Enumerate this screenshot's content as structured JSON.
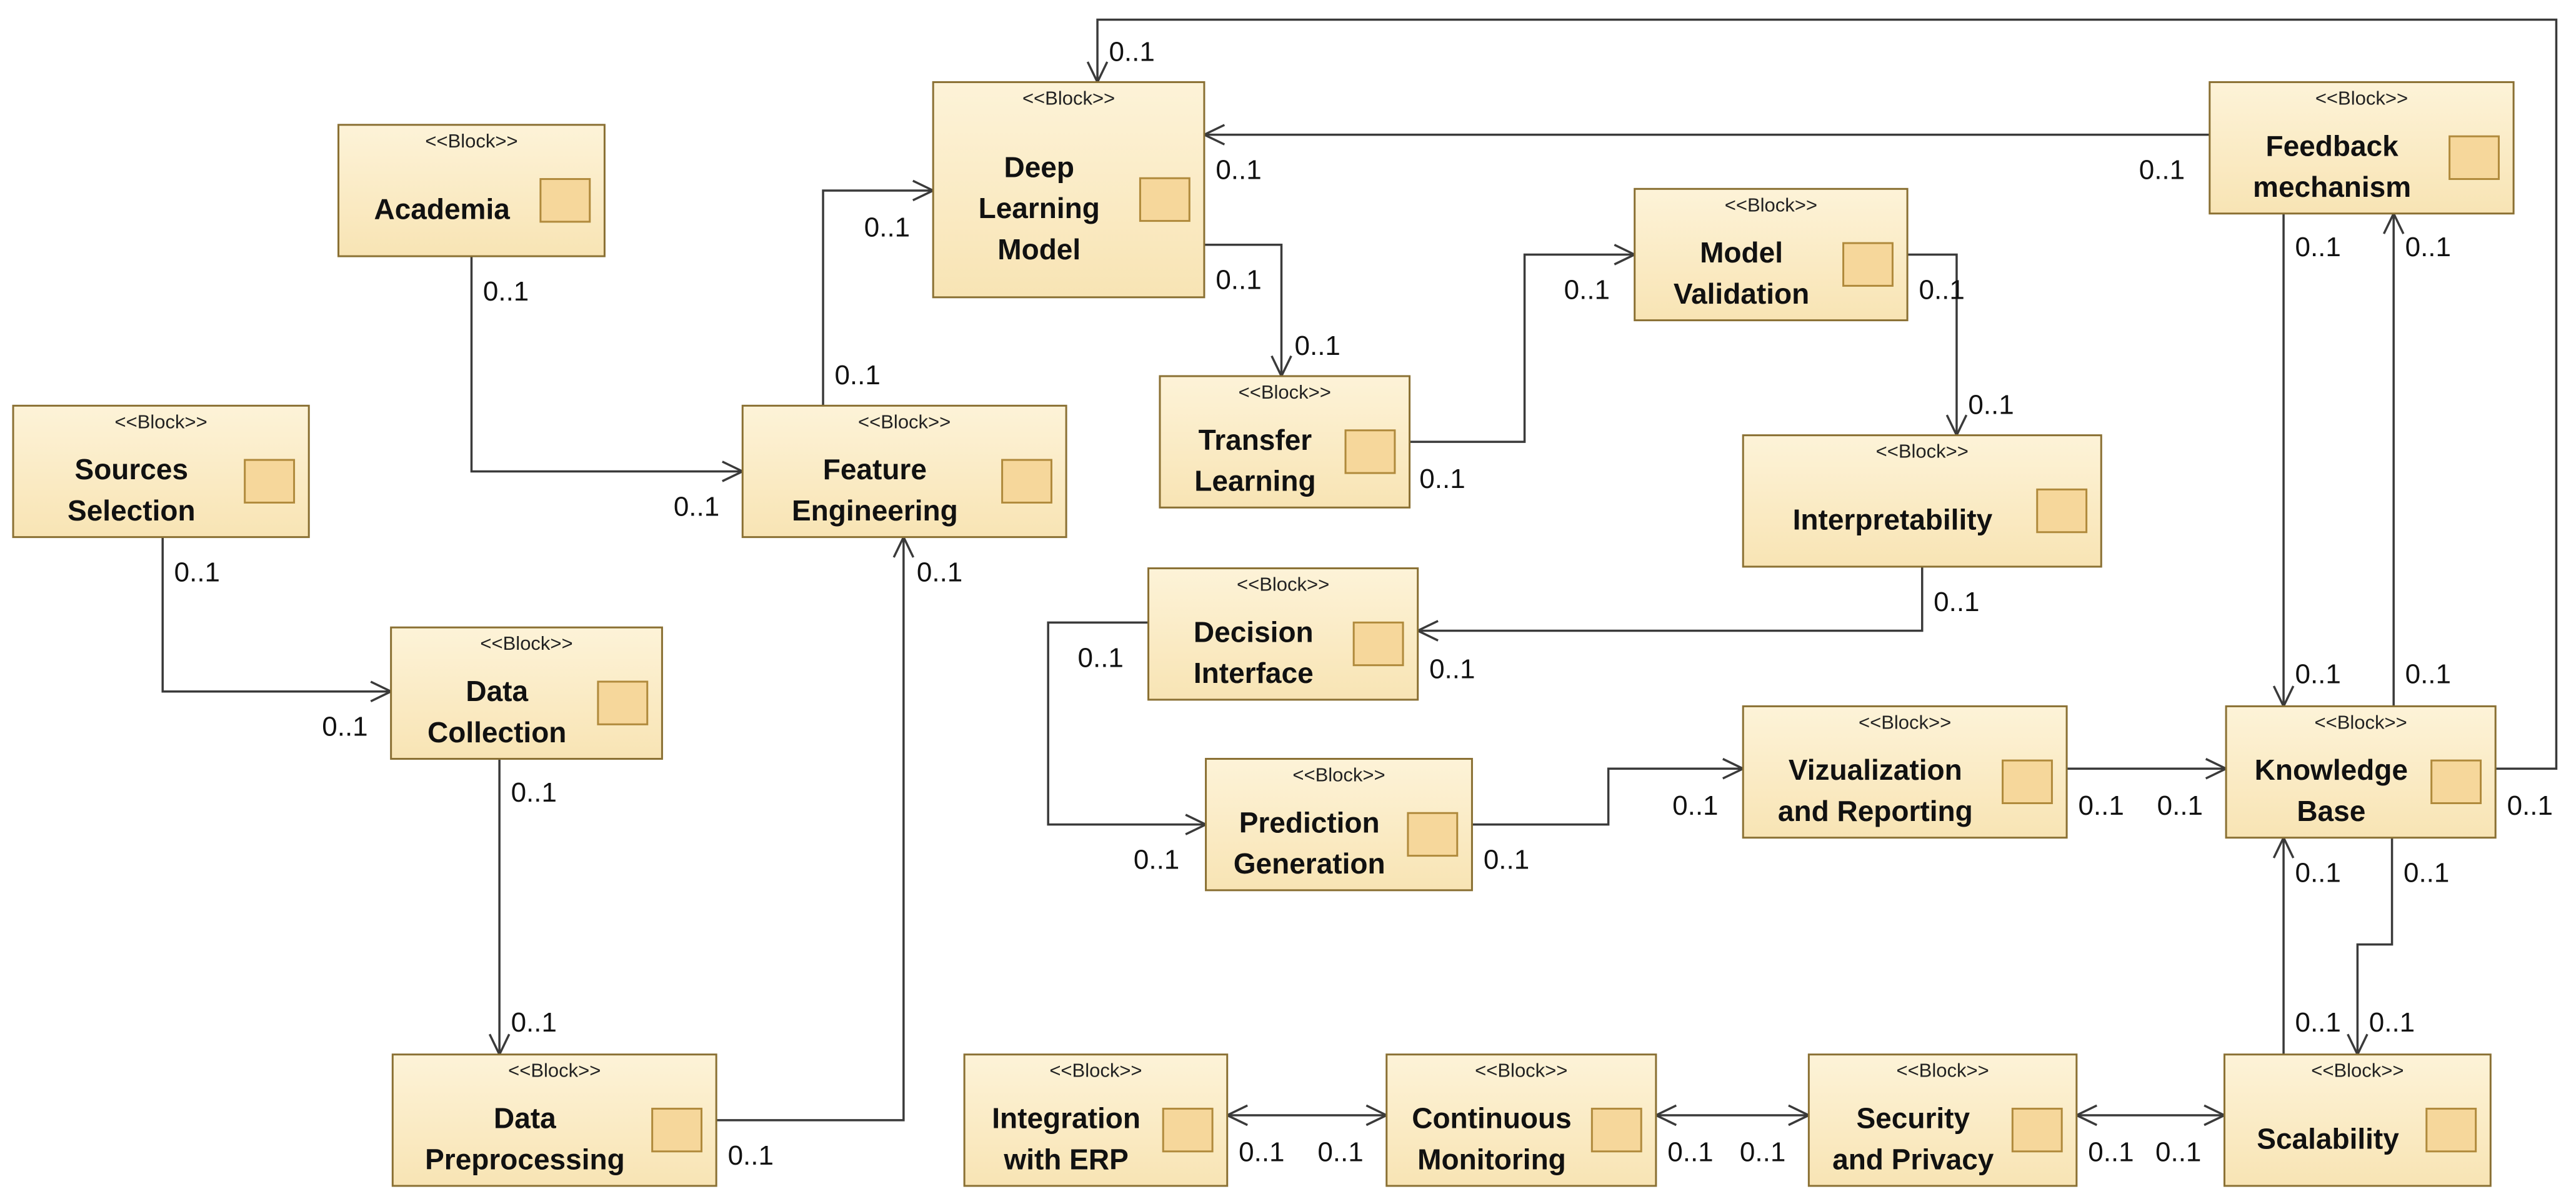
{
  "stereotype": "<<Block>>",
  "multiplicity": "0..1",
  "blocks": {
    "academia": {
      "lines": [
        "Academia"
      ]
    },
    "sources_selection": {
      "lines": [
        "Sources",
        "Selection"
      ]
    },
    "data_collection": {
      "lines": [
        "Data",
        "Collection"
      ]
    },
    "data_preprocessing": {
      "lines": [
        "Data",
        "Preprocessing"
      ]
    },
    "feature_engineering": {
      "lines": [
        "Feature",
        "Engineering"
      ]
    },
    "deep_learning_model": {
      "lines": [
        "Deep",
        "Learning",
        "Model"
      ]
    },
    "transfer_learning": {
      "lines": [
        "Transfer",
        "Learning"
      ]
    },
    "model_validation": {
      "lines": [
        "Model",
        "Validation"
      ]
    },
    "interpretability": {
      "lines": [
        "Interpretability"
      ]
    },
    "decision_interface": {
      "lines": [
        "Decision",
        "Interface"
      ]
    },
    "prediction_generation": {
      "lines": [
        "Prediction",
        "Generation"
      ]
    },
    "vizualization_reporting": {
      "lines": [
        "Vizualization",
        "and Reporting"
      ]
    },
    "knowledge_base": {
      "lines": [
        "Knowledge",
        "Base"
      ]
    },
    "feedback_mechanism": {
      "lines": [
        "Feedback",
        "mechanism"
      ]
    },
    "scalability": {
      "lines": [
        "Scalability"
      ]
    },
    "security_privacy": {
      "lines": [
        "Security",
        "and Privacy"
      ]
    },
    "continuous_monitoring": {
      "lines": [
        "Continuous",
        "Monitoring"
      ]
    },
    "integration_erp": {
      "lines": [
        "Integration",
        "with ERP"
      ]
    }
  },
  "connections": [
    {
      "from": "sources_selection",
      "to": "data_collection"
    },
    {
      "from": "academia",
      "to": "feature_engineering"
    },
    {
      "from": "data_collection",
      "to": "data_preprocessing"
    },
    {
      "from": "data_preprocessing",
      "to": "feature_engineering"
    },
    {
      "from": "feature_engineering",
      "to": "deep_learning_model"
    },
    {
      "from": "deep_learning_model",
      "to": "transfer_learning"
    },
    {
      "from": "transfer_learning",
      "to": "model_validation"
    },
    {
      "from": "model_validation",
      "to": "interpretability"
    },
    {
      "from": "interpretability",
      "to": "decision_interface"
    },
    {
      "from": "decision_interface",
      "to": "prediction_generation"
    },
    {
      "from": "prediction_generation",
      "to": "vizualization_reporting"
    },
    {
      "from": "vizualization_reporting",
      "to": "knowledge_base"
    },
    {
      "from": "knowledge_base",
      "to": "feedback_mechanism"
    },
    {
      "from": "feedback_mechanism",
      "to": "knowledge_base"
    },
    {
      "from": "feedback_mechanism",
      "to": "deep_learning_model"
    },
    {
      "from": "knowledge_base",
      "to": "deep_learning_model"
    },
    {
      "from": "scalability",
      "to": "knowledge_base"
    },
    {
      "from": "knowledge_base",
      "to": "scalability"
    },
    {
      "from": "integration_erp",
      "to": "continuous_monitoring",
      "bidirectional": true
    },
    {
      "from": "continuous_monitoring",
      "to": "security_privacy",
      "bidirectional": true
    },
    {
      "from": "security_privacy",
      "to": "scalability",
      "bidirectional": true
    }
  ]
}
